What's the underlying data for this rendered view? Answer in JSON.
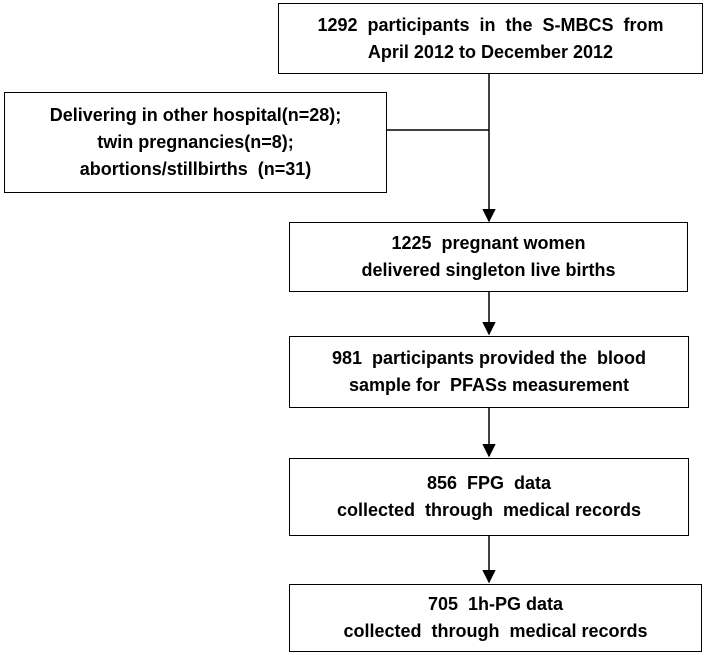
{
  "flowchart": {
    "nodes": [
      {
        "id": "start",
        "lines": [
          "1292  participants  in  the  S-MBCS  from",
          "April 2012 to December 2012"
        ]
      },
      {
        "id": "excluded",
        "lines": [
          "Delivering in other hospital(n=28);",
          "twin pregnancies(n=8);",
          "abortions/stillbirths  (n=31)"
        ]
      },
      {
        "id": "singleton",
        "lines": [
          "1225  pregnant women",
          "delivered singleton live births"
        ]
      },
      {
        "id": "blood",
        "lines": [
          "981  participants provided the  blood",
          "sample for  PFASs measurement"
        ]
      },
      {
        "id": "fpg",
        "lines": [
          "856  FPG  data",
          "collected  through  medical records"
        ]
      },
      {
        "id": "pg1h",
        "lines": [
          "705  1h-PG data",
          "collected  through  medical records"
        ]
      }
    ],
    "edges": [
      {
        "from": "start",
        "to": "singleton",
        "kind": "arrow"
      },
      {
        "from": "start",
        "to": "excluded",
        "kind": "branch-line"
      },
      {
        "from": "singleton",
        "to": "blood",
        "kind": "arrow"
      },
      {
        "from": "blood",
        "to": "fpg",
        "kind": "arrow"
      },
      {
        "from": "fpg",
        "to": "pg1h",
        "kind": "arrow"
      }
    ],
    "colors": {
      "stroke": "#000000",
      "background": "#ffffff",
      "text": "#000000"
    }
  }
}
